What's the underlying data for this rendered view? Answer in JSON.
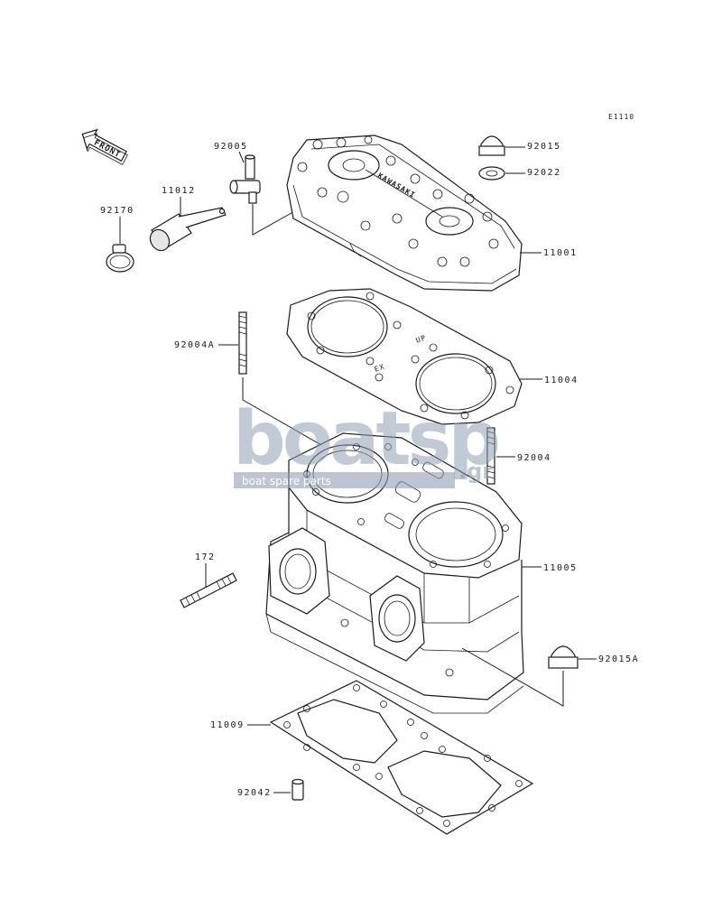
{
  "diagram": {
    "code": "E1110",
    "front_label": "FRONT",
    "parts": [
      {
        "id": "p92005",
        "number": "92005"
      },
      {
        "id": "p11012",
        "number": "11012"
      },
      {
        "id": "p92170",
        "number": "92170"
      },
      {
        "id": "p92015",
        "number": "92015"
      },
      {
        "id": "p92022",
        "number": "92022"
      },
      {
        "id": "p11001",
        "number": "11001"
      },
      {
        "id": "p92004A",
        "number": "92004A"
      },
      {
        "id": "p11004",
        "number": "11004"
      },
      {
        "id": "p92004",
        "number": "92004"
      },
      {
        "id": "p172",
        "number": "172"
      },
      {
        "id": "p11005",
        "number": "11005"
      },
      {
        "id": "p92015A",
        "number": "92015A"
      },
      {
        "id": "p11009",
        "number": "11009"
      },
      {
        "id": "p92042",
        "number": "92042"
      }
    ],
    "gasket_marks": {
      "up": "UP",
      "ex": "EX"
    },
    "head_stamp": "KAWASAKI"
  },
  "watermark": {
    "brand": "boatsp",
    "suffix": ".gr",
    "tagline": "boat spare parts",
    "color": "#8f9fb3"
  }
}
